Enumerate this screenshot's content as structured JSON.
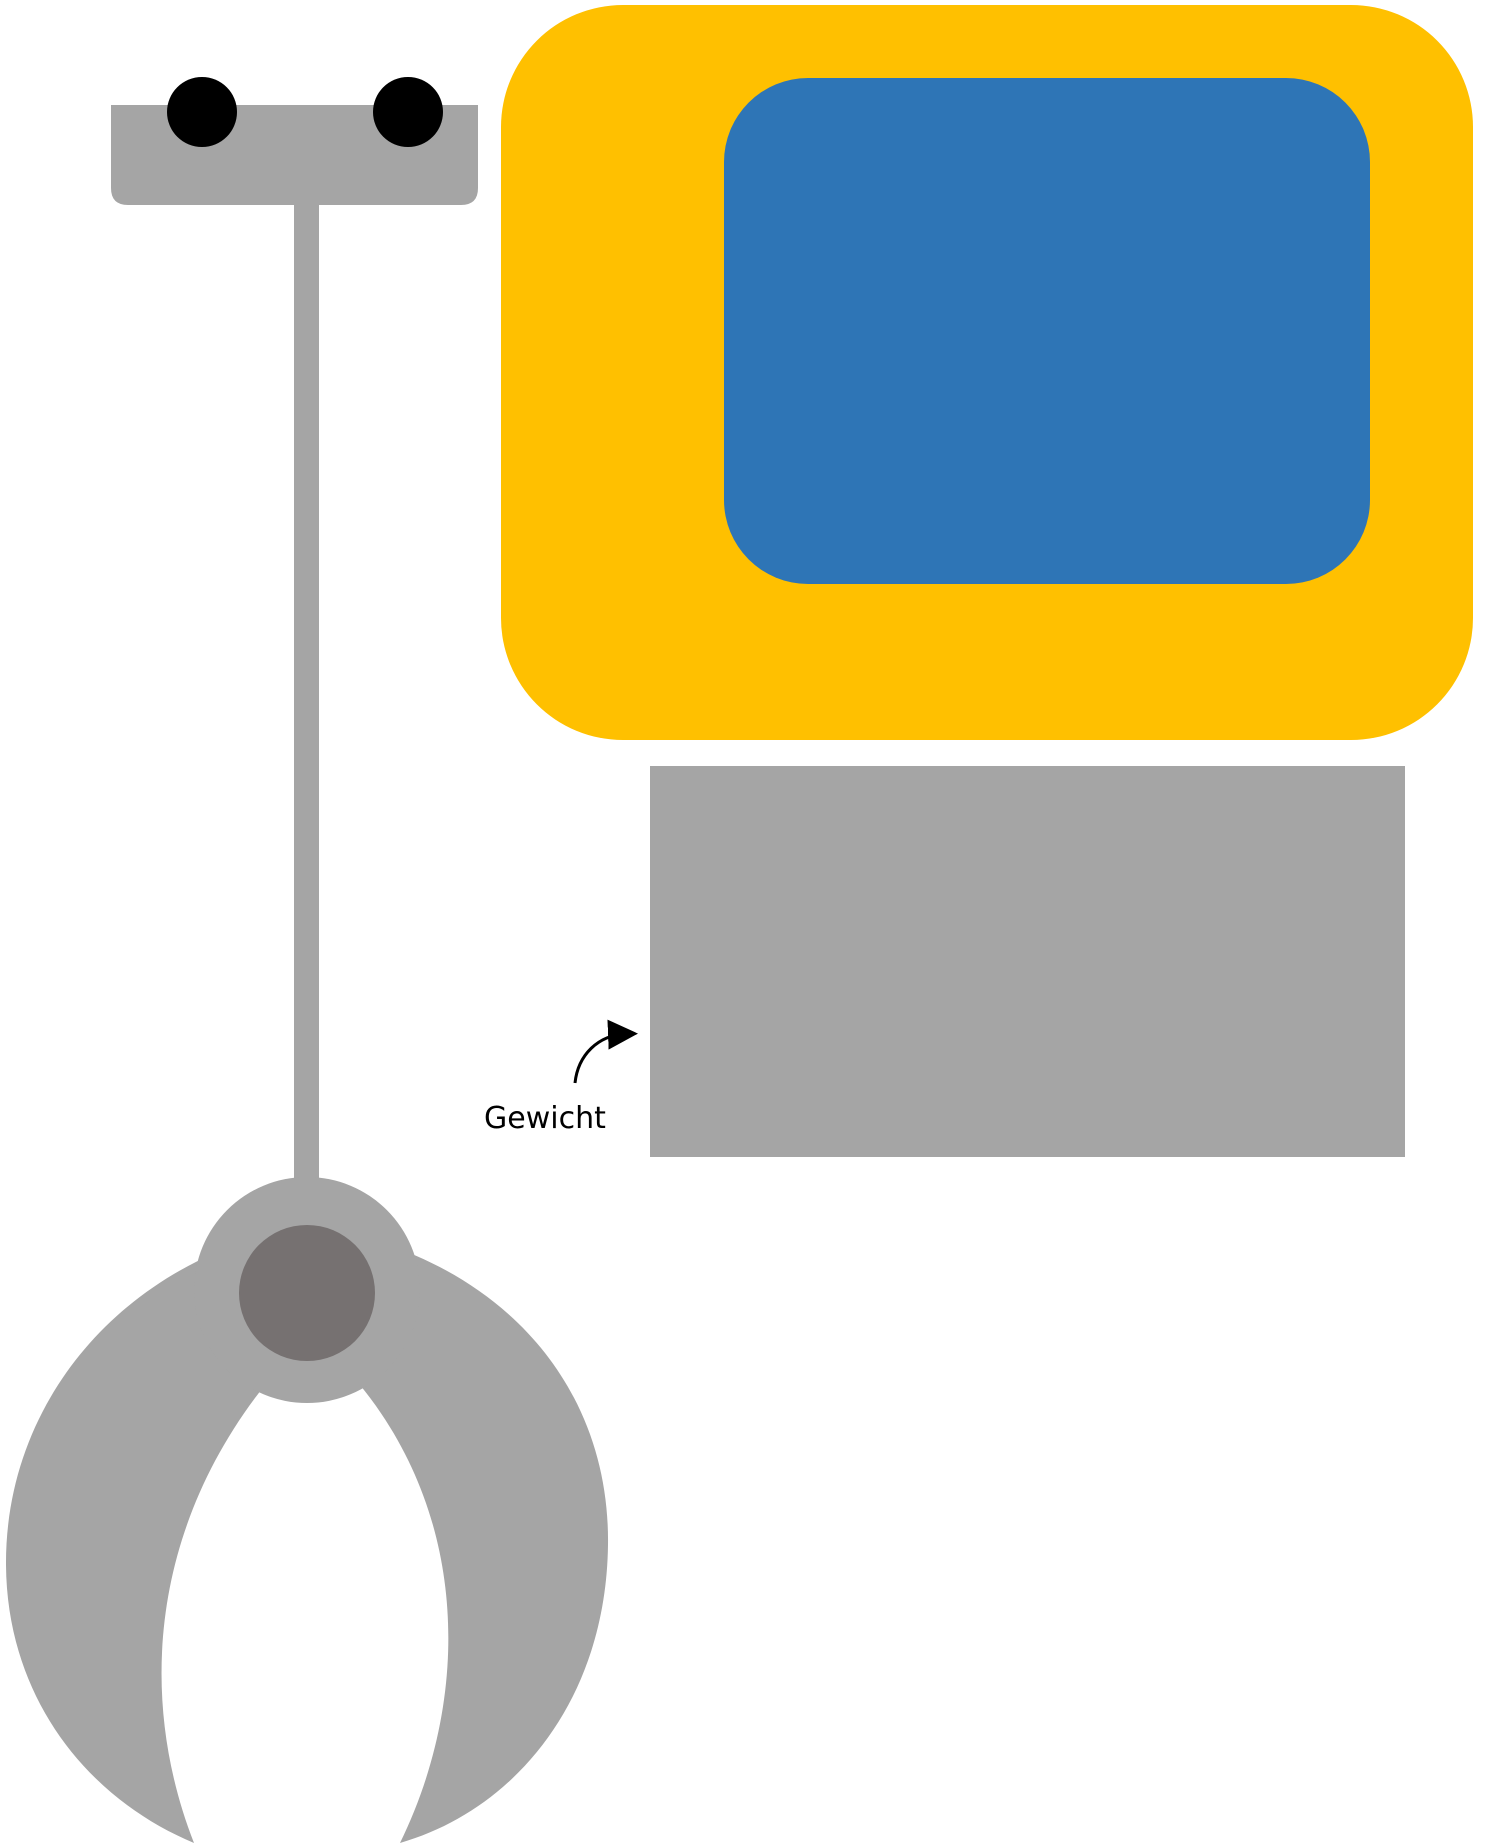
{
  "diagram": {
    "label_weight": "Gewicht"
  },
  "colors": {
    "background": "#ffffff",
    "gray": "#a5a5a5",
    "dark_gray": "#767171",
    "black": "#000000",
    "yellow": "#ffc000",
    "blue": "#2e75b6"
  },
  "icons": {
    "trolley": "crane-trolley",
    "wheels": "wheel",
    "cable": "cable",
    "hub": "gripper-hub",
    "pivot": "pivot-pin",
    "claws": "claw",
    "frame": "yellow-frame",
    "panel": "blue-panel",
    "weight": "weight-block",
    "arrow": "curved-arrow"
  }
}
